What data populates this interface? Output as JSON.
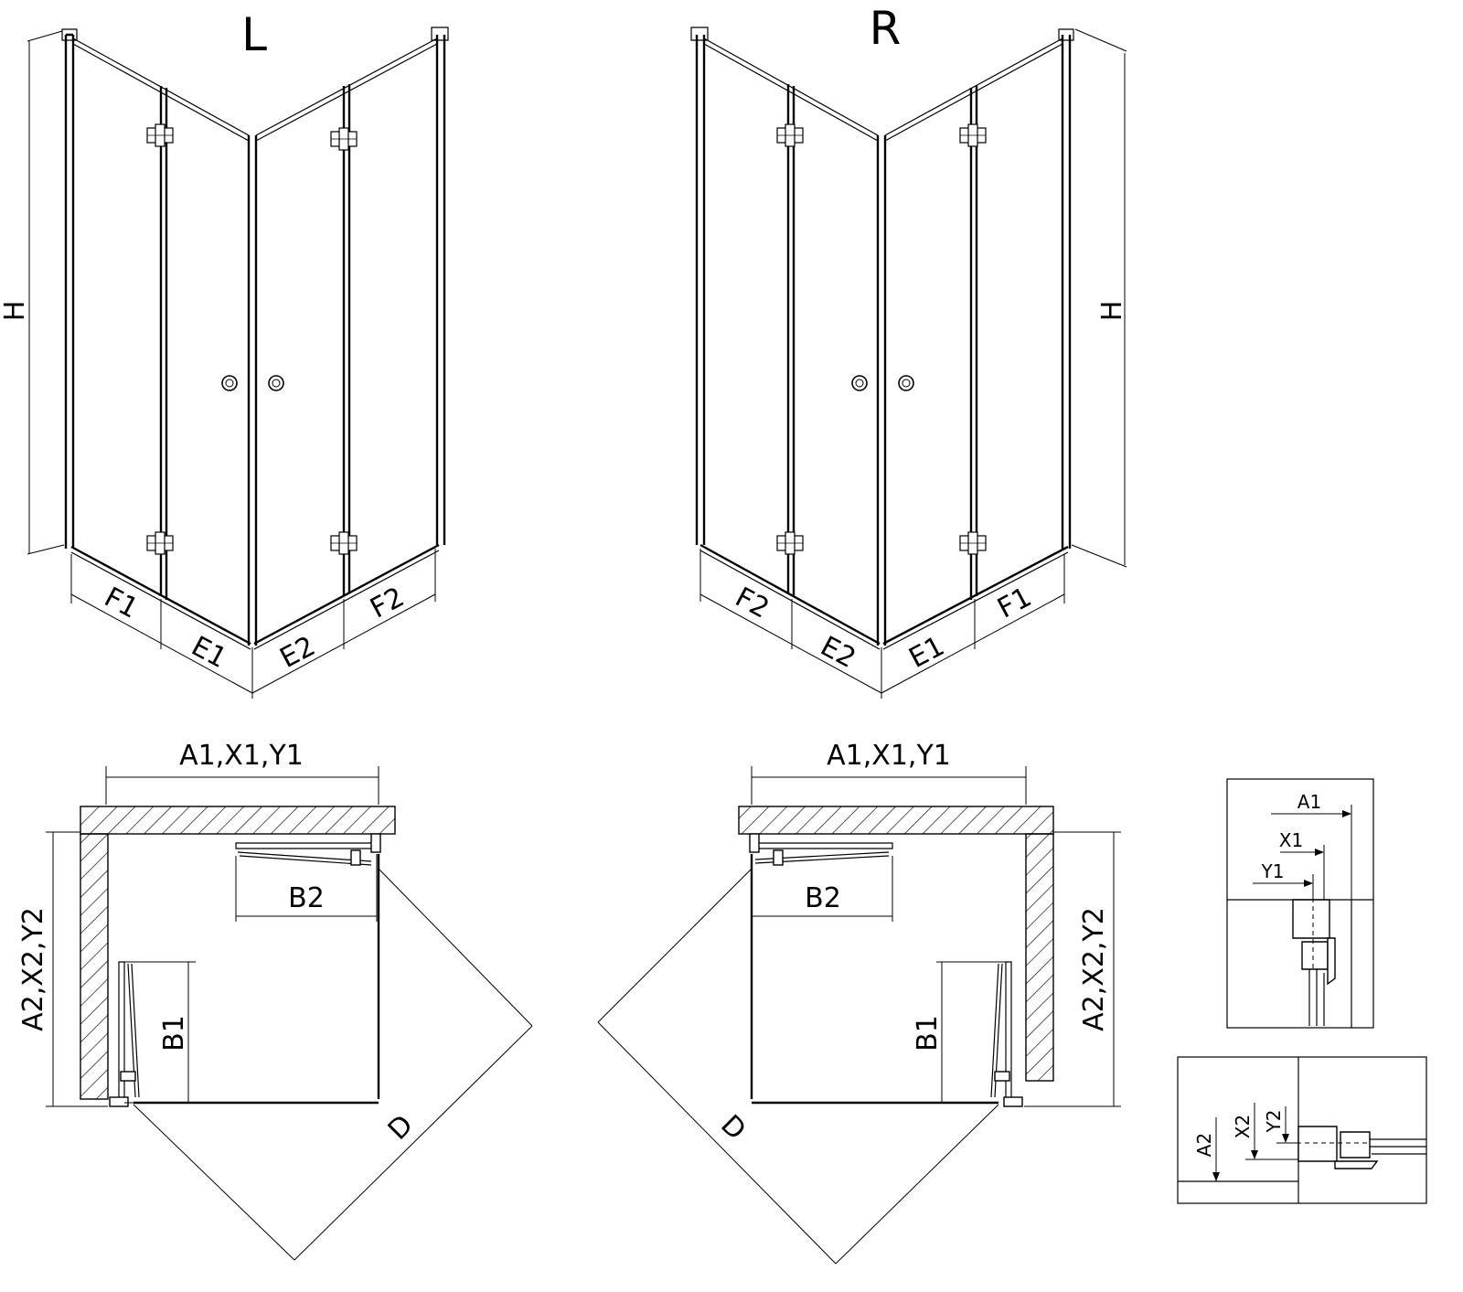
{
  "diagram": {
    "views": {
      "left_variant": {
        "title": "L",
        "height_label": "H",
        "bottom_labels": [
          "F1",
          "E1",
          "E2",
          "F2"
        ]
      },
      "right_variant": {
        "title": "R",
        "height_label": "H",
        "bottom_labels": [
          "F2",
          "E2",
          "E1",
          "F1"
        ]
      }
    },
    "plans": {
      "left_plan": {
        "width_label": "A1,X1,Y1",
        "depth_label": "A2,X2,Y2",
        "door_b2": "B2",
        "door_b1": "B1",
        "diagonal": "D"
      },
      "right_plan": {
        "width_label": "A1,X1,Y1",
        "depth_label": "A2,X2,Y2",
        "door_b2": "B2",
        "door_b1": "B1",
        "diagonal": "D"
      }
    },
    "details": {
      "top_detail": {
        "labels": [
          "A1",
          "X1",
          "Y1"
        ]
      },
      "bottom_detail": {
        "labels": [
          "A2",
          "X2",
          "Y2"
        ]
      }
    }
  }
}
